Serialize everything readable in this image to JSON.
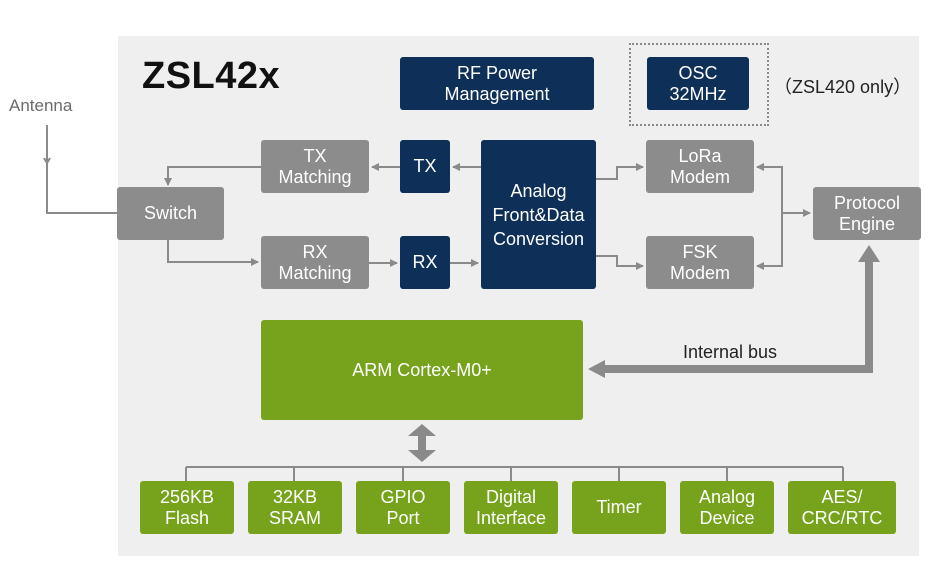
{
  "diagram": {
    "title": "ZSL42x",
    "antenna_label": "Antenna",
    "note": "（ZSL420 only）",
    "bus_label": "Internal bus",
    "colors": {
      "navy": "#0e2f57",
      "gray": "#8c8c8c",
      "green": "#76a31b",
      "panel": "#efefef",
      "wire": "#8a8a8a"
    },
    "blocks": {
      "rf_power": "RF Power\nManagement",
      "osc": "OSC\n32MHz",
      "switch": "Switch",
      "tx_matching": "TX\nMatching",
      "rx_matching": "RX\nMatching",
      "tx": "TX",
      "rx": "RX",
      "analog_front": "Analog\nFront&Data\nConversion",
      "lora_modem": "LoRa\nModem",
      "fsk_modem": "FSK\nModem",
      "protocol_engine": "Protocol\nEngine",
      "cpu": "ARM Cortex-M0+"
    },
    "peripherals": [
      "256KB\nFlash",
      "32KB\nSRAM",
      "GPIO\nPort",
      "Digital\nInterface",
      "Timer",
      "Analog\nDevice",
      "AES/\nCRC/RTC"
    ]
  }
}
